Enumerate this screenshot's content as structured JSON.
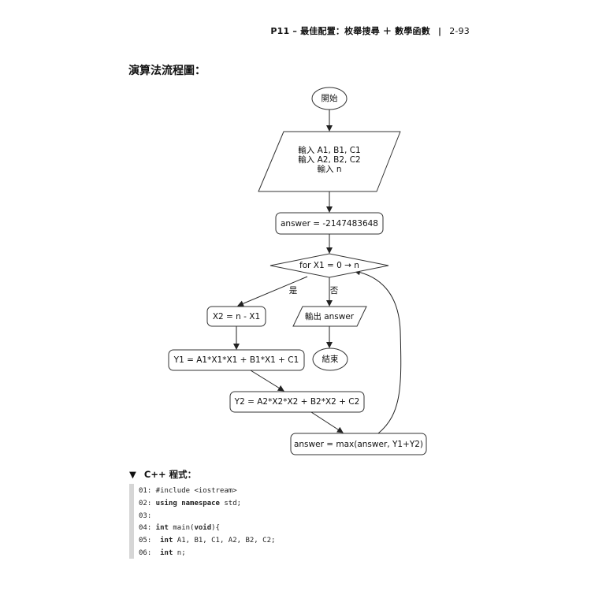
{
  "header": {
    "chapter": "P11 – 最佳配置：枚舉搜尋 ＋ 數學函數",
    "separator": "|",
    "page": "2-93"
  },
  "title": "演算法流程圖：",
  "flowchart": {
    "start": "開始",
    "input_lines": [
      "輸入 A1, B1, C1",
      "輸入 A2, B2, C2",
      "輸入 n"
    ],
    "init": "answer = -2147483648",
    "loop": "for X1 = 0 → n",
    "yes": "是",
    "no": "否",
    "x2": "X2 = n - X1",
    "output": "輸出 answer",
    "y1": "Y1 = A1*X1*X1 + B1*X1 + C1",
    "end": "結束",
    "y2": "Y2 = A2*X2*X2 + B2*X2 + C2",
    "update": "answer = max(answer, Y1+Y2)"
  },
  "code_section": {
    "marker": "▼",
    "title": "C++ 程式："
  },
  "code": [
    {
      "no": "01:",
      "parts": [
        {
          "t": " #include <iostream>",
          "b": false
        }
      ]
    },
    {
      "no": "02:",
      "parts": [
        {
          "t": " using namespace",
          "b": true
        },
        {
          "t": " std;",
          "b": false
        }
      ]
    },
    {
      "no": "03:",
      "parts": []
    },
    {
      "no": "04:",
      "parts": [
        {
          "t": " int",
          "b": true
        },
        {
          "t": " main(",
          "b": false
        },
        {
          "t": "void",
          "b": true
        },
        {
          "t": "){",
          "b": false
        }
      ]
    },
    {
      "no": "05:",
      "parts": [
        {
          "t": "  int",
          "b": true
        },
        {
          "t": " A1, B1, C1, A2, B2, C2;",
          "b": false
        }
      ]
    },
    {
      "no": "06:",
      "parts": [
        {
          "t": "  int",
          "b": true
        },
        {
          "t": " n;",
          "b": false
        }
      ]
    }
  ]
}
